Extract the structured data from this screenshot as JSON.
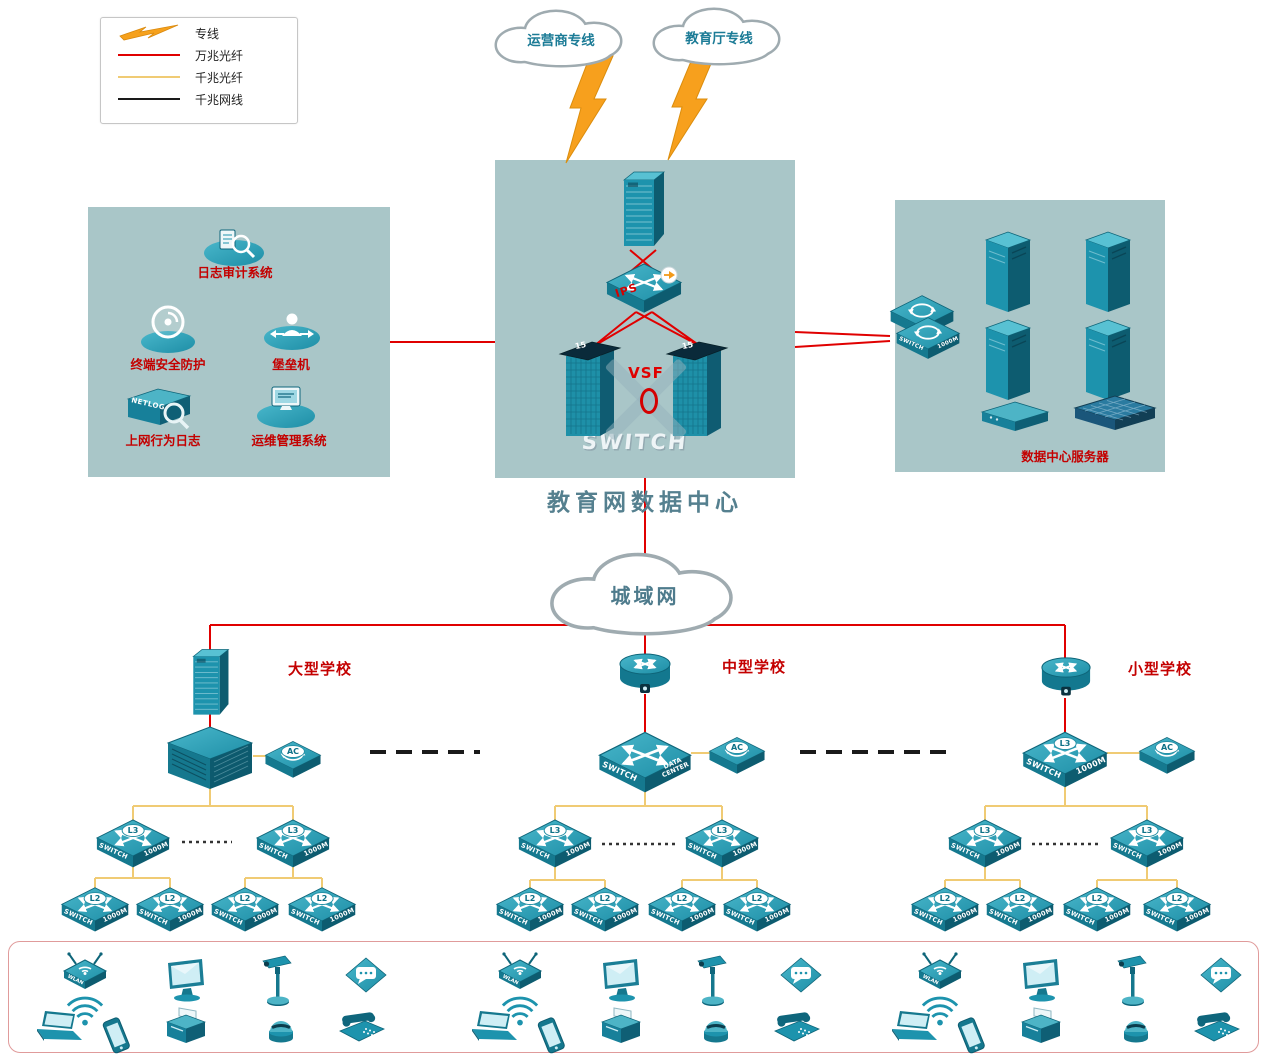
{
  "legend": {
    "items": [
      {
        "label": "专线"
      },
      {
        "label": "万兆光纤"
      },
      {
        "label": "千兆光纤"
      },
      {
        "label": "千兆网线"
      }
    ]
  },
  "clouds": {
    "carrier": "运营商专线",
    "education": "教育厅专线",
    "man": "城域网"
  },
  "datacenter": {
    "title": "教育网数据中心",
    "vsf_label": "VSF",
    "ips_label": "IPS",
    "switch_watermark": "SWITCH",
    "server_cap": "15"
  },
  "security_zone": {
    "log_audit": "日志审计系统",
    "terminal_protect": "终端安全防护",
    "bastion": "堡垒机",
    "net_behavior": "上网行为日志",
    "ops_mgmt": "运维管理系统",
    "netlog_text": "NETLOG"
  },
  "server_zone": {
    "title": "数据中心服务器"
  },
  "schools": {
    "large": "大型学校",
    "medium": "中型学校",
    "small": "小型学校"
  },
  "device_labels": {
    "switch": "SWITCH",
    "m1000": "1000M",
    "data_center": "DATA CENTER",
    "l3": "L3",
    "l2": "L2",
    "ac": "AC",
    "wlan": "WLAN"
  },
  "colors": {
    "line_10g_fiber": "#e00000",
    "line_1g_fiber": "#f0cb74",
    "line_1g_copper": "#1a1a1a",
    "dedicated_line": "#f6a11c",
    "zone_background": "#a9c6c8",
    "device_teal": "#1d93ad"
  }
}
